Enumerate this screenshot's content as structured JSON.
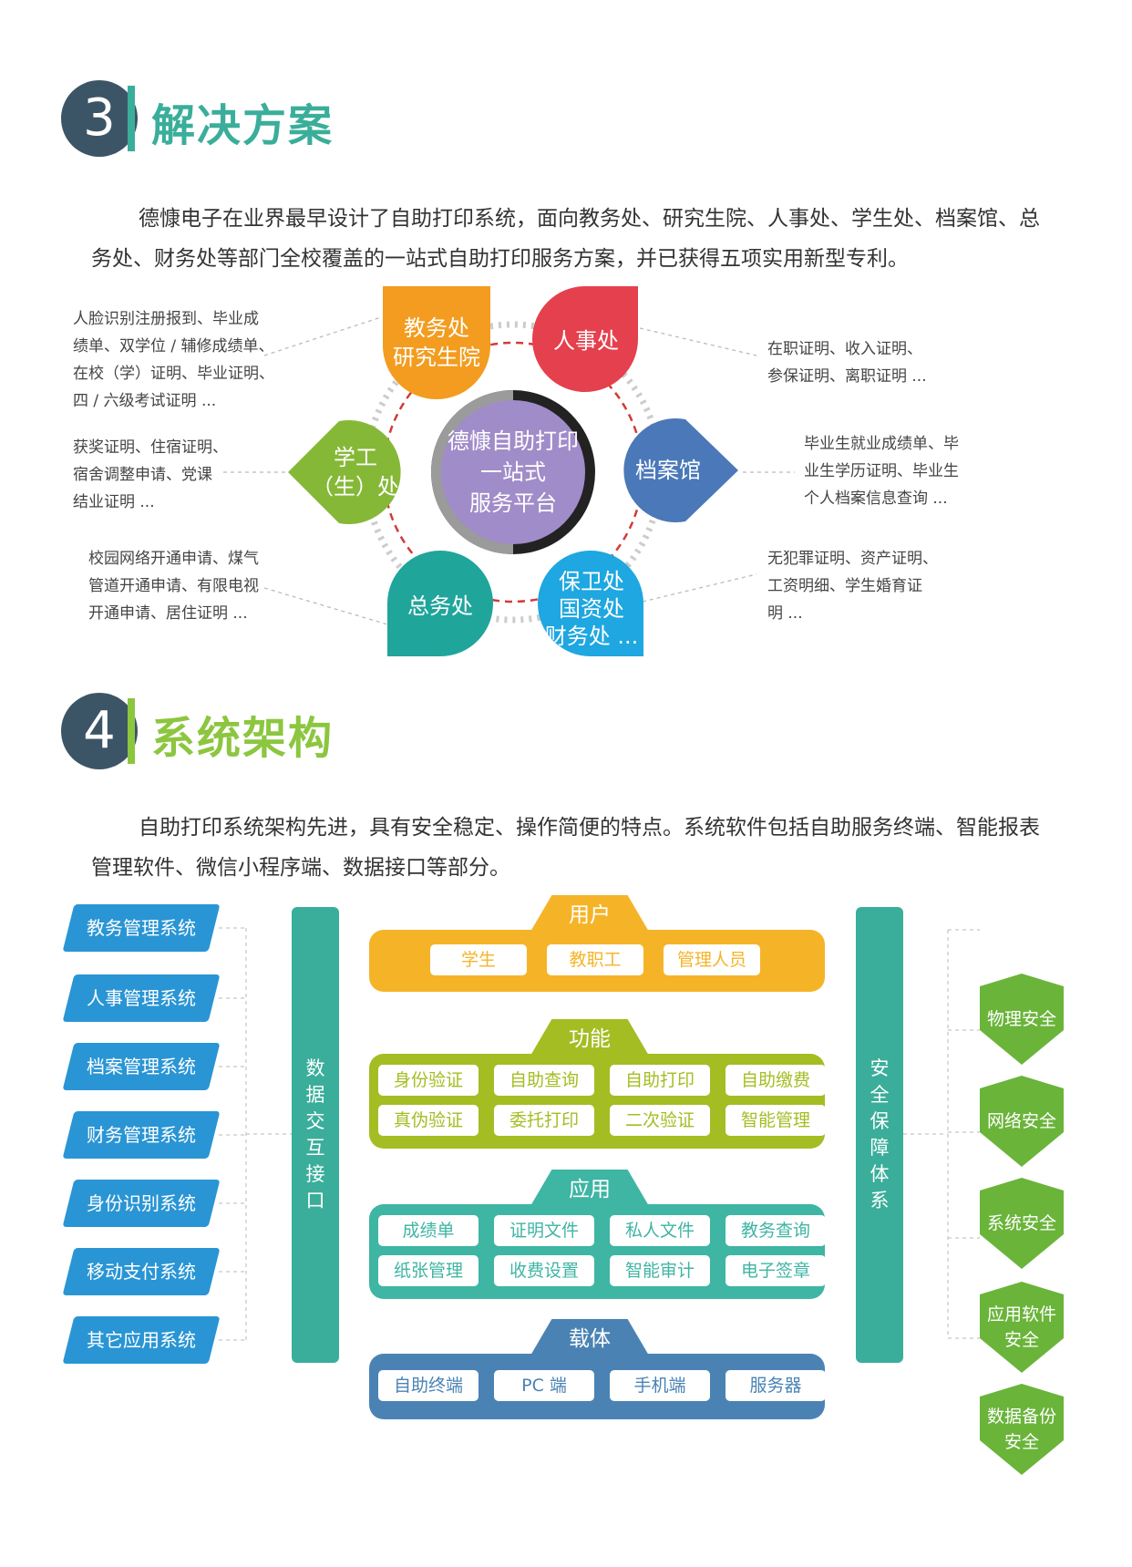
{
  "section3": {
    "number": "3",
    "title": "解决方案",
    "paragraph": "德慷电子在业界最早设计了自助打印系统，面向教务处、研究生院、人事处、学生处、档案馆、总务处、财务处等部门全校覆盖的一站式自助打印服务方案，并已获得五项实用新型专利。"
  },
  "diagram": {
    "center": [
      "德慷自助打印",
      "一站式",
      "服务平台"
    ],
    "petals": {
      "jiaowu": [
        "教务处",
        "研究生院"
      ],
      "renshi": [
        "人事处"
      ],
      "dangan": [
        "档案馆"
      ],
      "baowei": [
        "保卫处",
        "国资处",
        "财务处 ..."
      ],
      "zongwu": [
        "总务处"
      ],
      "xuegong": [
        "学工",
        "（生）处"
      ]
    },
    "notes": {
      "jiaowu": [
        "人脸识别注册报到、毕业成",
        "绩单、双学位 / 辅修成绩单、",
        "在校（学）证明、毕业证明、",
        "四 / 六级考试证明 ..."
      ],
      "renshi": [
        "在职证明、收入证明、",
        "参保证明、离职证明 ..."
      ],
      "dangan": [
        "毕业生就业成绩单、毕",
        "业生学历证明、毕业生",
        "个人档案信息查询 ..."
      ],
      "baowei": [
        "无犯罪证明、资产证明、",
        "工资明细、学生婚育证",
        "明 ..."
      ],
      "zongwu": [
        "校园网络开通申请、煤气",
        "管道开通申请、有限电视",
        "开通申请、居住证明 ..."
      ],
      "xuegong": [
        "获奖证明、住宿证明、",
        "宿舍调整申请、党课",
        "结业证明 ..."
      ]
    },
    "colors": {
      "jiaowu": "#f39c1f",
      "renshi": "#e5404d",
      "dangan": "#4a78b8",
      "baowei": "#1ea7e0",
      "zongwu": "#20a59b",
      "xuegong": "#86b838",
      "center": "#a08cc8"
    }
  },
  "section4": {
    "number": "4",
    "title": "系统架构",
    "paragraph": "自助打印系统架构先进，具有安全稳定、操作简便的特点。系统软件包括自助服务终端、智能报表管理软件、微信小程序端、数据接口等部分。"
  },
  "architecture": {
    "left_systems": [
      "教务管理系统",
      "人事管理系统",
      "档案管理系统",
      "财务管理系统",
      "身份识别系统",
      "移动支付系统",
      "其它应用系统"
    ],
    "left_bar": [
      "数",
      "据",
      "交",
      "互",
      "接",
      "口"
    ],
    "right_bar": [
      "安",
      "全",
      "保",
      "障",
      "体",
      "系"
    ],
    "layers": {
      "user": {
        "title": "用户",
        "items": [
          "学生",
          "教职工",
          "管理人员"
        ],
        "color": "#f5b428"
      },
      "function": {
        "title": "功能",
        "items": [
          "身份验证",
          "自助查询",
          "自助打印",
          "自助缴费",
          "真伪验证",
          "委托打印",
          "二次验证",
          "智能管理"
        ],
        "color": "#a4bd23"
      },
      "application": {
        "title": "应用",
        "items": [
          "成绩单",
          "证明文件",
          "私人文件",
          "教务查询",
          "纸张管理",
          "收费设置",
          "智能审计",
          "电子签章"
        ],
        "color": "#3fb5a3"
      },
      "carrier": {
        "title": "载体",
        "items": [
          "自助终端",
          "PC 端",
          "手机端",
          "服务器"
        ],
        "color": "#4a83b3"
      }
    },
    "shields": [
      [
        "物理安全"
      ],
      [
        "网络安全"
      ],
      [
        "系统安全"
      ],
      [
        "应用软件",
        "安全"
      ],
      [
        "数据备份",
        "安全"
      ]
    ]
  }
}
